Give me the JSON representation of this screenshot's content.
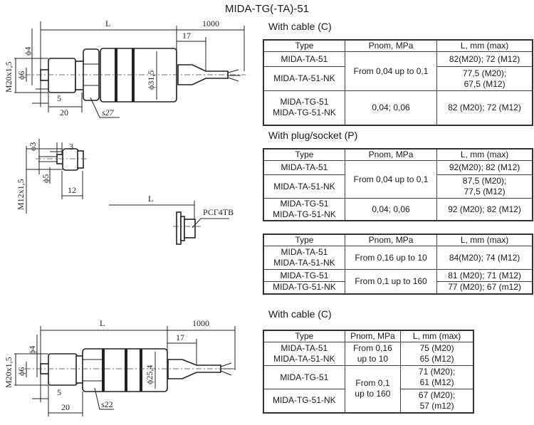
{
  "title": "MIDA-TG(-TA)-51",
  "sections": {
    "cable_top": "With cable (C)",
    "plug": "With plug/socket (P)",
    "cable_bottom": "With cable (C)"
  },
  "headers": {
    "type": "Type",
    "pnom": "Pnom, MPa",
    "l": "L, mm (max)"
  },
  "table1": {
    "r1_type": "MIDA-TA-51",
    "r1_l": "82(M20); 72 (M12)",
    "r12_p": "From 0,04 up to 0,1",
    "r2_type": "MIDA-TA-51-NK",
    "r2_l1": "77,5 (M20);",
    "r2_l2": "67,5 (M12)",
    "r3_type1": "MIDA-TG-51",
    "r3_type2": "MIDA-TG-51-NK",
    "r3_p": "0,04; 0,06",
    "r3_l": "82 (M20); 72 (M12)"
  },
  "table2": {
    "r1_type": "MIDA-TA-51",
    "r1_l": "92(M20); 82 (M12)",
    "r12_p": "From 0,04 up to 0,1",
    "r2_type": "MIDA-TA-51-NK",
    "r2_l1": "87,5 (M20);",
    "r2_l2": "77,5 (M12)",
    "r3_type1": "MIDA-TG-51",
    "r3_type2": "MIDA-TG-51-NK",
    "r3_p": "0,04; 0,06",
    "r3_l": "92 (M20); 82 (M12)"
  },
  "table3": {
    "r1_type1": "MIDA-TA-51",
    "r1_type2": "MIDA-TA-51-NK",
    "r1_p": "From 0,16 up to 10",
    "r1_l": "84(M20); 74 (M12)",
    "r2_type": "MIDA-TG-51",
    "r23_p": "From 0,1 up to 160",
    "r2_l": "81 (M20); 71 (M12)",
    "r3_type": "MIDA-TG-51-NK",
    "r3_l": "77 (M20); 67 (m12)"
  },
  "table4": {
    "r1_type1": "MIDA-TA-51",
    "r1_type2": "MIDA-TA-51-NK",
    "r1_p1": "From 0,16",
    "r1_p2": "up to 10",
    "r1_l1": "75 (M20)",
    "r1_l2": "65 (M12)",
    "r2_type": "MIDA-TG-51",
    "r23_p1": "From 0,1",
    "r23_p2": "up to 160",
    "r2_l1": "71 (M20);",
    "r2_l2": "61 (M12)",
    "r3_type": "MIDA-TG-51-NK",
    "r3_l1": "67 (M20);",
    "r3_l2": "57 (m12)"
  },
  "drawing1": {
    "L": "L",
    "cable": "1000",
    "d17": "17",
    "d4": "ϕ4",
    "thread": "M20x1,5",
    "d6": "ϕ6",
    "d5": "5",
    "d20": "20",
    "s": "s27",
    "dia": "ϕ31,5"
  },
  "drawing2": {
    "d3": "ϕ3",
    "len3": "3",
    "thread": "M12x1,5",
    "d5": "ϕ5",
    "len12": "12",
    "L": "L",
    "connector": "РСГ4ТВ"
  },
  "drawing3": {
    "L": "L",
    "cable": "1000",
    "d17": "17",
    "d4": "ϕ4",
    "thread": "M20x1,5",
    "d6": "ϕ6",
    "d5": "5",
    "d20": "20",
    "s": "s22",
    "dia": "ϕ25,4"
  }
}
